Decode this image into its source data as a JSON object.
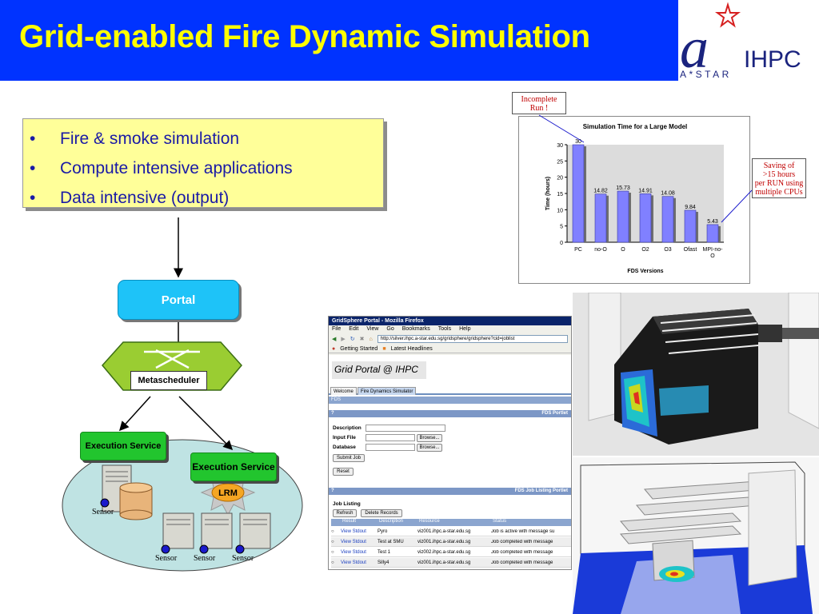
{
  "header": {
    "title": "Grid-enabled Fire Dynamic Simulation",
    "logo_text": "IHPC",
    "logo_subtext": "A*STAR",
    "bg_color": "#0033ff",
    "title_color": "#ffff00"
  },
  "bullets": [
    "Fire & smoke simulation",
    "Compute intensive applications",
    "Data intensive (output)"
  ],
  "bullet_symbol": "•",
  "diagram": {
    "portal": "Portal",
    "metascheduler": "Metascheduler",
    "execution_service_1": "Execution Service",
    "execution_service_2": "Execution Service",
    "lrm": "LRM",
    "sensors": [
      "Sensor",
      "Sensor",
      "Sensor",
      "Sensor"
    ]
  },
  "chart_callouts": {
    "incomplete": [
      "Incomplete",
      "Run !"
    ],
    "saving": [
      "Saving of",
      ">15 hours",
      "per RUN using",
      "multiple CPUs"
    ]
  },
  "chart_data": {
    "type": "bar",
    "title": "Simulation Time for a Large Model",
    "xlabel": "FDS Versions",
    "ylabel": "Time (hours)",
    "categories": [
      "PC",
      "no-O",
      "O",
      "O2",
      "O3",
      "Ofast",
      "MPI-no-O"
    ],
    "values": [
      30,
      14.82,
      15.73,
      14.91,
      14.08,
      9.84,
      5.43
    ],
    "value_labels": [
      "30",
      "14.82",
      "15.73",
      "14.91",
      "14.08",
      "9.84",
      "5.43"
    ],
    "ylim": [
      0,
      30
    ],
    "yticks": [
      0,
      5,
      10,
      15,
      20,
      25,
      30
    ],
    "bar_color": "#8080ff",
    "grid": false,
    "legend": "none"
  },
  "browser": {
    "window_title": "GridSphere Portal - Mozilla Firefox",
    "menu": [
      "File",
      "Edit",
      "View",
      "Go",
      "Bookmarks",
      "Tools",
      "Help"
    ],
    "url": "http://silver.ihpc.a-star.edu.sg/gridsphere/gridsphere?cid=joblist",
    "bookmarks": [
      "Getting Started",
      "Latest Headlines"
    ],
    "page_title": "Grid Portal @ IHPC",
    "tabs": [
      "Welcome",
      "Fire Dynamics Simulator"
    ],
    "section": "FDS",
    "fds_portlet": {
      "title": "FDS Portlet",
      "help": "?",
      "description_label": "Description",
      "input_file_label": "Input File",
      "database_label": "Database",
      "browse_label": "Browse...",
      "submit_label": "Submit Job",
      "reset_label": "Reset"
    },
    "job_portlet": {
      "title": "FDS Job Listing Portlet",
      "help": "?",
      "heading": "Job Listing",
      "refresh_label": "Refresh",
      "delete_label": "Delete Records",
      "columns": [
        "Result",
        "Description",
        "Resource",
        "Status"
      ],
      "rows": [
        {
          "result": "View Stdout",
          "description": "Pyro",
          "resource": "viz001.ihpc.a-star.edu.sg",
          "status": "Job is active with message su"
        },
        {
          "result": "View Stdout",
          "description": "Test at SMU",
          "resource": "viz001.ihpc.a-star.edu.sg",
          "status": "Job completed with message"
        },
        {
          "result": "View Stdout",
          "description": "Test 1",
          "resource": "viz002.ihpc.a-star.edu.sg",
          "status": "Job completed with message"
        },
        {
          "result": "View Stdout",
          "description": "Silly4",
          "resource": "viz001.ihpc.a-star.edu.sg",
          "status": "Job completed with message"
        }
      ]
    }
  }
}
